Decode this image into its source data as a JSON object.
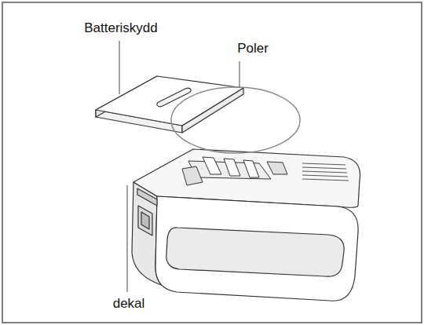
{
  "diagram": {
    "labels": [
      "Batteriskydd",
      "Poler",
      "dekal"
    ]
  }
}
